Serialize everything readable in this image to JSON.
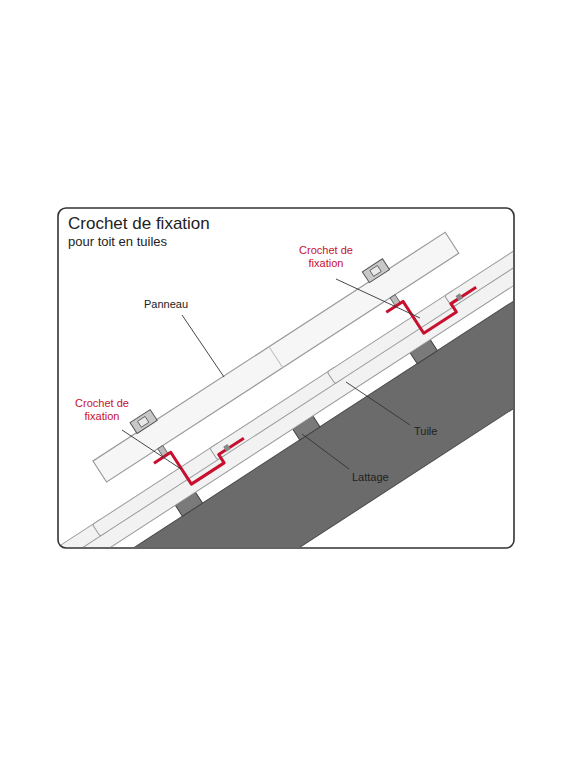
{
  "diagram": {
    "title": "Crochet de fixation",
    "labels": [
      "pour toit en tuiles",
      "Panneau",
      "Crochet de fixation",
      "Crochet de fixation",
      "Tuile",
      "Lattage"
    ]
  }
}
